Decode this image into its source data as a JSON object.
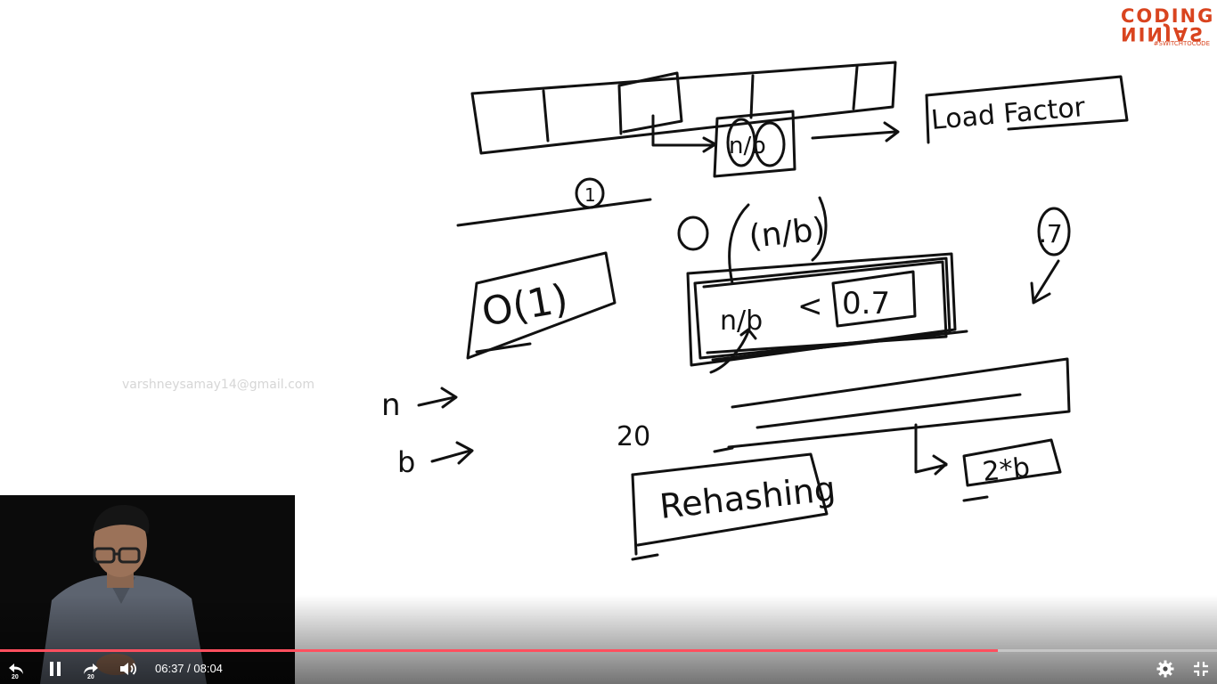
{
  "player": {
    "current_time": "06:37",
    "duration": "08:04",
    "time_display": "06:37 / 08:04",
    "progress_fraction": 0.8202,
    "progress_color": "#ff4f5e",
    "rewind_seconds": "20",
    "forward_seconds": "20"
  },
  "watermark": {
    "text": "varshneysamay14@gmail.com"
  },
  "logo": {
    "line1": "CODING",
    "line2": "NINJAS",
    "tagline": "#SWITCHTOCODE",
    "color": "#d9441f"
  },
  "whiteboard": {
    "load_factor": "Load Factor",
    "ratio": "n/b",
    "one_marker": "1",
    "big_o_one": "O(1)",
    "o_label": "O",
    "o_ratio": "(n/b)",
    "condition_left": "n/b",
    "condition_op": "<",
    "condition_value": "0.7",
    "point_seven": ".7",
    "n_label": "n",
    "b_label": "b",
    "twenty": "20",
    "rehashing": "Rehashing",
    "two_b": "2*b"
  },
  "icons": [
    "rewind-20-icon",
    "pause-icon",
    "forward-20-icon",
    "volume-icon",
    "settings-gear-icon",
    "exit-fullscreen-icon"
  ]
}
